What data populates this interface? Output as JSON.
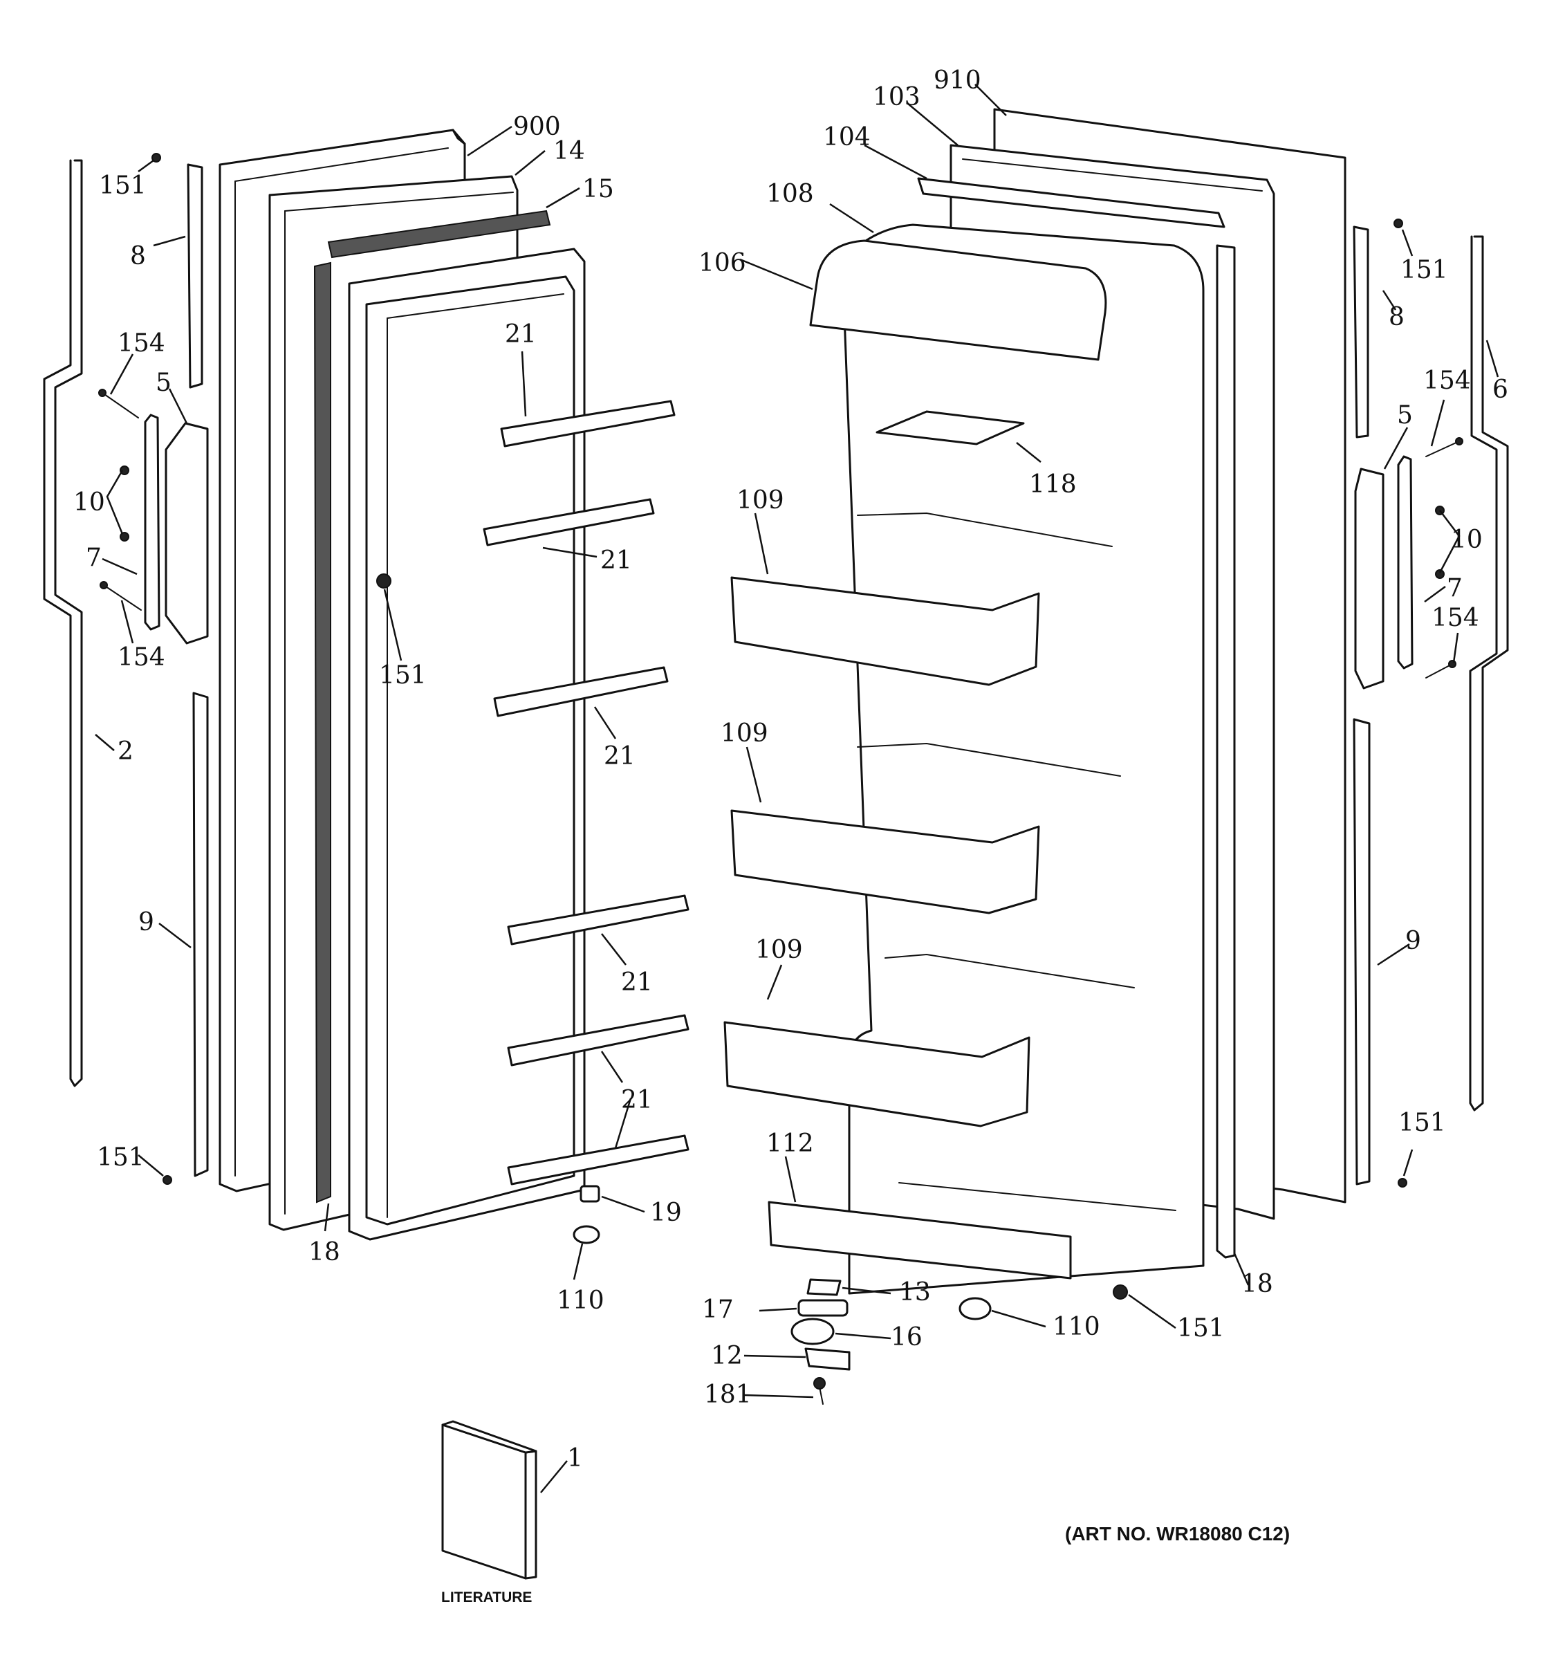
{
  "callouts": {
    "c900": "900",
    "c14": "14",
    "c15": "15",
    "c151_tl": "151",
    "c8_l": "8",
    "c154_l1": "154",
    "c5_l": "5",
    "c10_l": "10",
    "c7_l": "7",
    "c154_l2": "154",
    "c2": "2",
    "c9_l": "9",
    "c151_bl": "151",
    "c18_l": "18",
    "c21_a": "21",
    "c21_b": "21",
    "c151_mid": "151",
    "c21_c": "21",
    "c21_d": "21",
    "c21_e": "21",
    "c19": "19",
    "c110_l": "110",
    "c910": "910",
    "c103": "103",
    "c104": "104",
    "c108": "108",
    "c106": "106",
    "c118": "118",
    "c109_a": "109",
    "c109_b": "109",
    "c109_c": "109",
    "c112": "112",
    "c13": "13",
    "c17": "17",
    "c16": "16",
    "c12": "12",
    "c181": "181",
    "c110_r": "110",
    "c151_br": "151",
    "c18_r": "18",
    "c151_tr": "151",
    "c8_r": "8",
    "c6": "6",
    "c154_r1": "154",
    "c5_r": "5",
    "c10_r": "10",
    "c7_r": "7",
    "c154_r2": "154",
    "c9_r": "9",
    "c151_rb": "151",
    "c1": "1"
  },
  "notes": {
    "literature": "LITERATURE",
    "art_no": "(ART NO. WR18080 C12)"
  }
}
